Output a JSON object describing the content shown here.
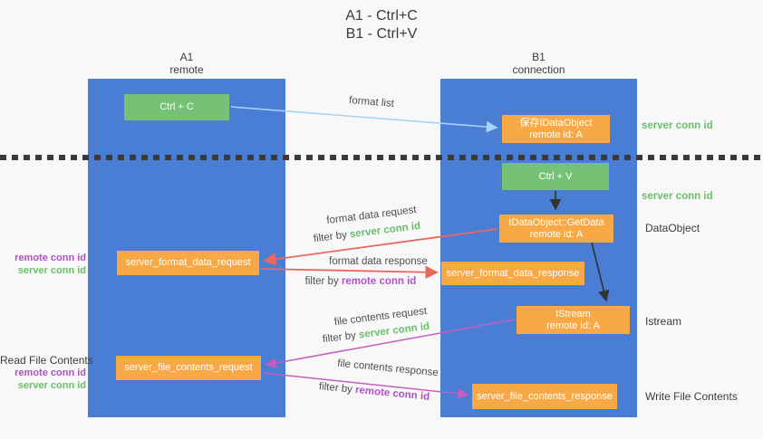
{
  "title": {
    "line1": "A1 - Ctrl+C",
    "line2": "B1 - Ctrl+V"
  },
  "columns": {
    "left": {
      "name": "A1",
      "role": "remote"
    },
    "right": {
      "name": "B1",
      "role": "connection"
    }
  },
  "nodes": {
    "ctrl_c": {
      "label": "Ctrl + C"
    },
    "ctrl_v": {
      "label": "Ctrl + V"
    },
    "save_dataobject": {
      "line1": "保存IDataObject",
      "line2": "remote id: A"
    },
    "getdata": {
      "line1": "IDataObject::GetData",
      "line2": "remote id: A"
    },
    "istream": {
      "line1": "IStream",
      "line2": "remote id: A"
    },
    "server_format_data_request": {
      "label": "server_format_data_request"
    },
    "server_format_data_response": {
      "label": "server_format_data_response"
    },
    "server_file_contents_request": {
      "label": "server_file_contents_request"
    },
    "server_file_contents_response": {
      "label": "server_file_contents_response"
    }
  },
  "arrow_labels": {
    "format_list": "format list",
    "format_data_request": "format data request",
    "format_data_request_filter_prefix": "filter by ",
    "format_data_request_filter_value": "server conn id",
    "format_data_response": "format data response",
    "format_data_response_filter_prefix": "filter by ",
    "format_data_response_filter_value": "remote conn id",
    "file_contents_request": "file contents request",
    "file_contents_request_filter_prefix": "filter by ",
    "file_contents_request_filter_value": "server conn id",
    "file_contents_response": "file contents response",
    "file_contents_response_filter_prefix": "filter by ",
    "file_contents_response_filter_value": "remote conn id"
  },
  "side_labels": {
    "server_conn_id_top_right": "server conn id",
    "server_conn_id_mid_right": "server conn id",
    "dataobject_right": "DataObject",
    "istream_right": "Istream",
    "write_file_contents_right": "Write File Contents",
    "read_file_contents_left": "Read File Contents",
    "remote_conn_id_left_1": "remote conn id",
    "server_conn_id_left_1": "server conn id",
    "remote_conn_id_left_2": "remote conn id",
    "server_conn_id_left_2": "server conn id"
  },
  "colors": {
    "lane_blue": "#4a7ed4",
    "node_green": "#75c277",
    "node_orange": "#f8a844",
    "arrow_red": "#e8685c",
    "arrow_pink": "#c45ec0",
    "arrow_light_blue": "#a9d3f2",
    "arrow_black": "#333333",
    "label_green": "#6abf69",
    "label_purple": "#b052c6",
    "background": "#f8f8f8"
  }
}
